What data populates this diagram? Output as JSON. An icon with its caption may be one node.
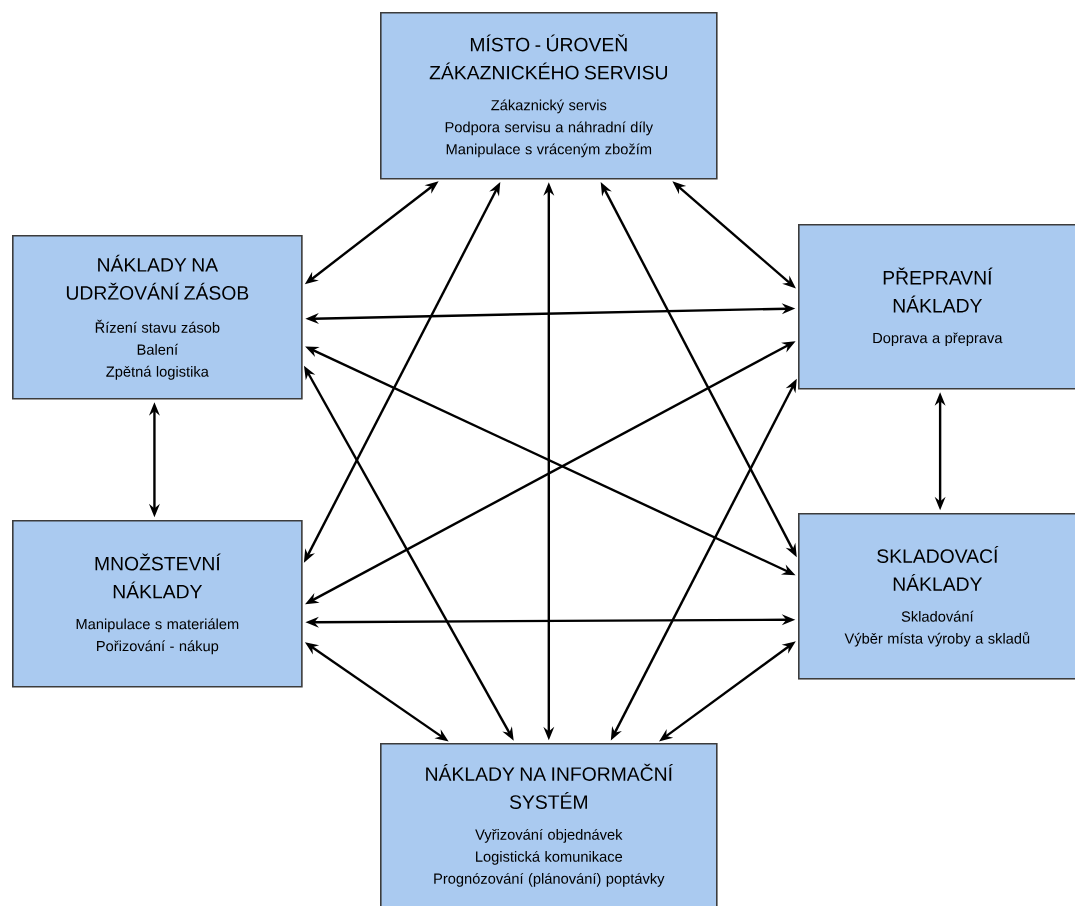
{
  "diagram": {
    "nodes": [
      {
        "text": [
          "MÍSTO - ÚROVEŇ ZÁKAZNICKÉHO SERVISU",
          "Zákaznický servis",
          "Podpora servisu a náhradní díly",
          "Manipulace s vráceným zbožím"
        ]
      },
      {
        "text": [
          "NÁKLADY NA UDRŽOVÁNÍ ZÁSOB",
          "Řízení stavu zásob",
          "Balení",
          "Zpětná logistika"
        ]
      },
      {
        "text": [
          "PŘEPRAVNÍ NÁKLADY",
          "Doprava a přeprava"
        ]
      },
      {
        "text": [
          "MNOŽSTEVNÍ NÁKLADY",
          "Manipulace s materiálem",
          "Pořizování - nákup"
        ]
      },
      {
        "text": [
          "SKLADOVACÍ NÁKLADY",
          "Skladování",
          "Výběr místa výroby a skladů"
        ]
      },
      {
        "text": [
          "NÁKLADY NA INFORMAČNÍ SYSTÉM",
          "Vyřizování objednávek",
          "Logistická komunikace",
          "Prognózování (plánování) poptávky"
        ]
      }
    ],
    "edges": [
      {
        "from": 0,
        "to": 1,
        "arrow": "both"
      },
      {
        "from": 0,
        "to": 2,
        "arrow": "both"
      },
      {
        "from": 0,
        "to": 3,
        "arrow": "both"
      },
      {
        "from": 0,
        "to": 4,
        "arrow": "both"
      },
      {
        "from": 0,
        "to": 5,
        "arrow": "both"
      },
      {
        "from": 1,
        "to": 2,
        "arrow": "both"
      },
      {
        "from": 1,
        "to": 3,
        "arrow": "both"
      },
      {
        "from": 1,
        "to": 4,
        "arrow": "both"
      },
      {
        "from": 1,
        "to": 5,
        "arrow": "both"
      },
      {
        "from": 2,
        "to": 3,
        "arrow": "both"
      },
      {
        "from": 2,
        "to": 4,
        "arrow": "both"
      },
      {
        "from": 2,
        "to": 5,
        "arrow": "both"
      },
      {
        "from": 3,
        "to": 4,
        "arrow": "both"
      },
      {
        "from": 3,
        "to": 5,
        "arrow": "both"
      },
      {
        "from": 4,
        "to": 5,
        "arrow": "both"
      }
    ]
  }
}
